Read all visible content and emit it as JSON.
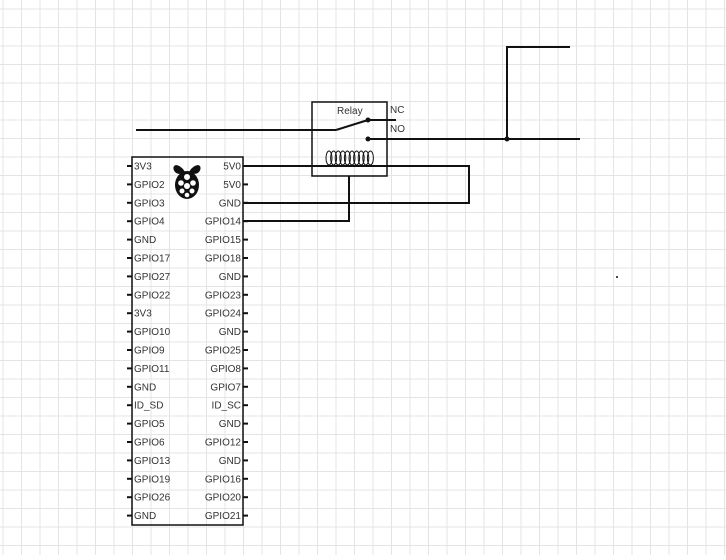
{
  "board": {
    "left_pins": [
      "3V3",
      "GPIO2",
      "GPIO3",
      "GPIO4",
      "GND",
      "GPIO17",
      "GPIO27",
      "GPIO22",
      "3V3",
      "GPIO10",
      "GPIO9",
      "GPIO11",
      "GND",
      "ID_SD",
      "GPIO5",
      "GPIO6",
      "GPIO13",
      "GPIO19",
      "GPIO26",
      "GND"
    ],
    "right_pins": [
      "5V0",
      "5V0",
      "GND",
      "GPIO14",
      "GPIO15",
      "GPIO18",
      "GND",
      "GPIO23",
      "GPIO24",
      "GND",
      "GPIO25",
      "GPIO8",
      "GPIO7",
      "ID_SC",
      "GND",
      "GPIO12",
      "GND",
      "GPIO16",
      "GPIO20",
      "GPIO21"
    ]
  },
  "relay": {
    "title": "Relay",
    "nc_label": "NC",
    "no_label": "NO"
  },
  "colors": {
    "grid": "#e4e4e4",
    "line": "#111111"
  }
}
